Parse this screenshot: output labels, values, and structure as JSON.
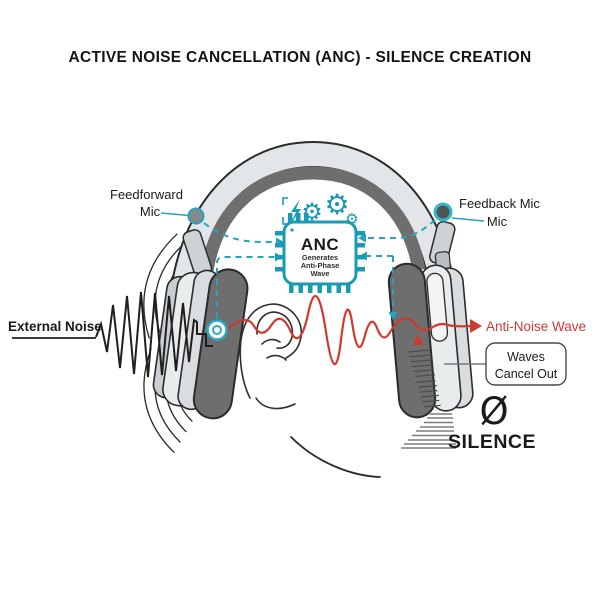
{
  "title": "ACTIVE NOISE CANCELLATION (ANC) - SILENCE CREATION",
  "colors": {
    "teal": "#1b9ab3",
    "teal_bright": "#25a3bd",
    "red": "#cf3a30",
    "ink": "#1a1a1a",
    "pad_gray": "#6e6e6e",
    "shell_light": "#e2e6e8"
  },
  "chip": {
    "title": "ANC",
    "sub1": "Generates",
    "sub2": "Anti-Phase",
    "sub3": "Wave"
  },
  "labels": {
    "feedforward_mic_line1": "Feedforward",
    "feedforward_mic_line2": "Mic",
    "feedback_mic_line1": "Feedback Mic",
    "feedback_mic_line2": "Mic",
    "external_noise": "External Noise",
    "anti_noise_wave": "Anti-Noise Wave",
    "waves_cancel_line1": "Waves",
    "waves_cancel_line2": "Cancel Out",
    "silence_symbol": "Ø",
    "silence": "SILENCE"
  },
  "icons": {
    "gear_icon": "⚙",
    "power_bolt_icon": "lightning-polygon",
    "mic_icon": "circle-marker",
    "null_icon": "Ø"
  }
}
